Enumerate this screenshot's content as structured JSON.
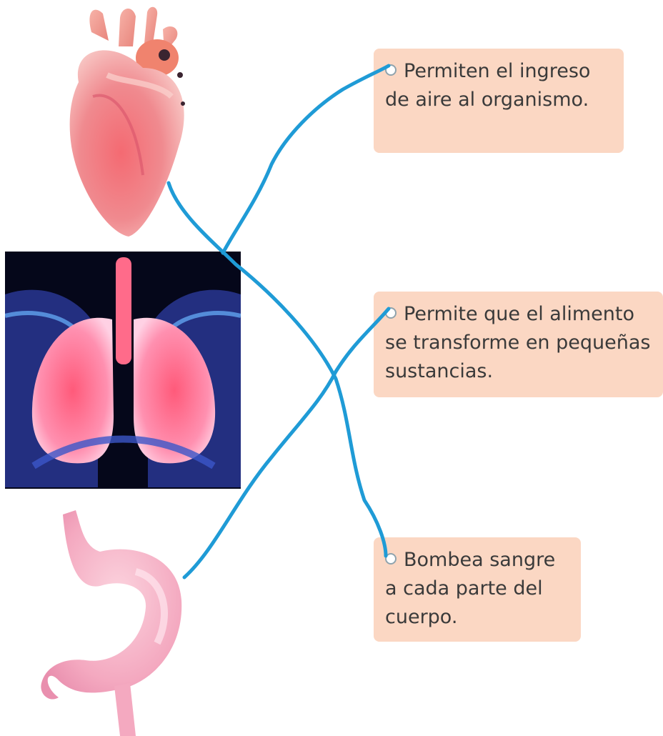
{
  "organs": [
    {
      "id": "heart",
      "name": "heart"
    },
    {
      "id": "lungs",
      "name": "lungs"
    },
    {
      "id": "stomach",
      "name": "stomach"
    }
  ],
  "cards": [
    {
      "id": "card-1",
      "text": "Permiten el ingreso de aire al organismo."
    },
    {
      "id": "card-2",
      "text": "Permite que el alimento se transforme en pequeñas sustancias."
    },
    {
      "id": "card-3",
      "text": "Bombea sangre a cada parte del cuerpo."
    }
  ],
  "colors": {
    "card_bg": "#fbd7c3",
    "line": "#1f9bd6",
    "lungs_bg": "#05071a"
  },
  "connections": [
    {
      "from": "heart",
      "to": "card-3"
    },
    {
      "from": "lungs",
      "to": "card-1"
    },
    {
      "from": "stomach",
      "to": "card-2"
    }
  ]
}
